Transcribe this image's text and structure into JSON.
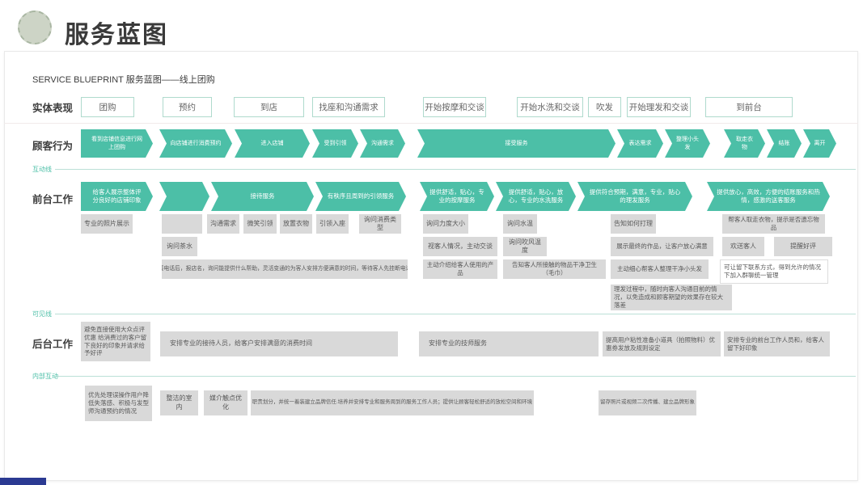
{
  "header": {
    "title": "服务蓝图"
  },
  "subtitle": "SERVICE BLUEPRINT 服务蓝图——线上团购",
  "lines": {
    "interaction": "互动线",
    "visibility": "可见线",
    "internal": "内部互动"
  },
  "lanes": {
    "physical": {
      "label": "实体表现",
      "boxes": [
        "团购",
        "预约",
        "到店",
        "找座和沟通需求",
        "开始按摩和交谈",
        "开始水洗和交谈",
        "吹发",
        "开始理发和交谈",
        "到前台"
      ]
    },
    "customer": {
      "label": "顾客行为",
      "arrows": [
        "看到店铺信息进行网上团购",
        "向店铺进行消费预约",
        "进入店铺",
        "受到引领",
        "沟通需求",
        "接受服务",
        "表达需求",
        "整理小头发",
        "取走衣物",
        "结账",
        "离开"
      ]
    },
    "frontstage": {
      "label": "前台工作",
      "arrows": [
        "给客人展示整体评分良好的店铺印象",
        "",
        "接待服务",
        "有秩序且周到的引领服务",
        "提供舒适，贴心，专业的按摩服务",
        "提供舒适，贴心，放心，专业的水洗服务",
        "提供符合预期，满意，专业，贴心的理发服务",
        "提供放心，高效，方便的结账服务和热情，感激的送客服务"
      ],
      "notes": [
        "专业的照片展示",
        "",
        "沟通需求",
        "微笑引领",
        "放置衣物",
        "引领入座",
        "询问消费类型",
        "询问力度大小",
        "询问水温",
        "告知如何打理",
        "帮客人取走衣物，提示是否遗忘物品",
        "询问茶水",
        "视客人情况，主动交谈",
        "询问吹风温度",
        "展示最终的作品，让客户放心满意",
        "欢送客人",
        "提醒好评",
        "接电话后，报店名，询问能提供什么帮助，灵活变通的为客人安排方便满意的时间，等待客人先挂断电话",
        "主动介绍给客人使用的产品",
        "告知客人所接触的物品干净卫生（毛巾）",
        "主动细心帮客人整理干净小头发",
        "可让留下联系方式，得到允许的情况下加入群聊统一管理",
        "理发过程中，随时向客人沟通目前的情况，以免造成和顾客期望的效果存在较大落差"
      ]
    },
    "backstage": {
      "label": "后台工作",
      "boxes": [
        "避免直接使用大众点评优惠 给消费过的客户留下良好的印象并请求给予好评",
        "安排专业的接待人员，给客户安排满意的消费时间",
        "安排专业的技师服务",
        "提高用户粘性准备小道具（拍照物料）优惠券发放及规则设定",
        "安排专业的前台工作人员和，给客人留下好印象"
      ]
    },
    "internal": {
      "boxes": [
        "优先处理误操作用户降低失落感、积极与发型师沟通预约的情况",
        "整洁的室内",
        "媒介触点优化",
        "职责划分，并统一着装建立品牌信任.培养并安排专业和服务周到的服务工作人员；提供让顾客轻松舒适的放松空间和环境",
        "留存照片或视频二次传播、建立品牌形象"
      ]
    }
  },
  "colors": {
    "teal": "#4CBFA7",
    "gray_box": "#D9D9D9",
    "accent_blue": "#2B3A92"
  }
}
